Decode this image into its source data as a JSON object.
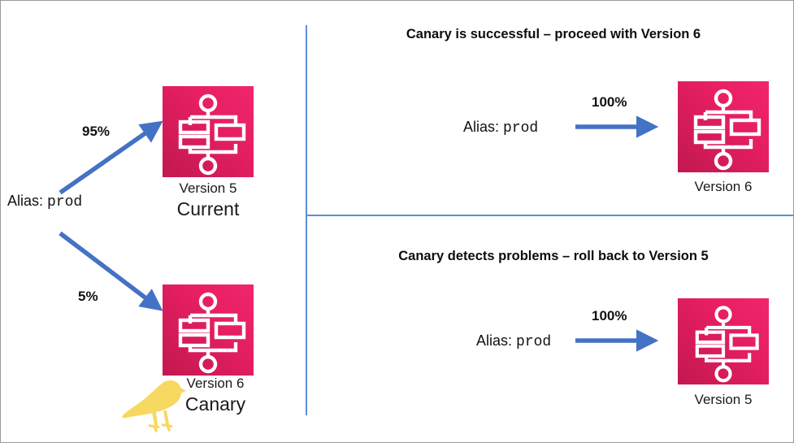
{
  "diagram": {
    "title": "AWS Lambda alias canary deployment weighted routing",
    "accent_blue": "#4472c4",
    "divider_blue": "#5b8fd4",
    "tile_pink_light": "#f0256e",
    "tile_pink_dark": "#c2184f",
    "bird_yellow": "#f7d860",
    "text_color": "#1a1a1a"
  },
  "left_panel": {
    "alias": {
      "key": "Alias:",
      "value": "prod"
    },
    "edges": [
      {
        "name": "to-current",
        "weight": "95%"
      },
      {
        "name": "to-canary",
        "weight": "5%"
      }
    ],
    "targets": [
      {
        "icon": "state-machine-icon",
        "version": "Version 5",
        "role": "Current"
      },
      {
        "icon": "state-machine-icon",
        "version": "Version 6",
        "role": "Canary",
        "badge": "canary-bird-icon"
      }
    ]
  },
  "right_panels": [
    {
      "name": "success-panel",
      "heading": "Canary is successful – proceed with Version 6",
      "alias": {
        "key": "Alias:",
        "value": "prod"
      },
      "edge_weight": "100%",
      "target": {
        "icon": "state-machine-icon",
        "version": "Version 6"
      }
    },
    {
      "name": "rollback-panel",
      "heading": "Canary detects problems – roll back to Version 5",
      "alias": {
        "key": "Alias:",
        "value": "prod"
      },
      "edge_weight": "100%",
      "target": {
        "icon": "state-machine-icon",
        "version": "Version 5"
      }
    }
  ]
}
